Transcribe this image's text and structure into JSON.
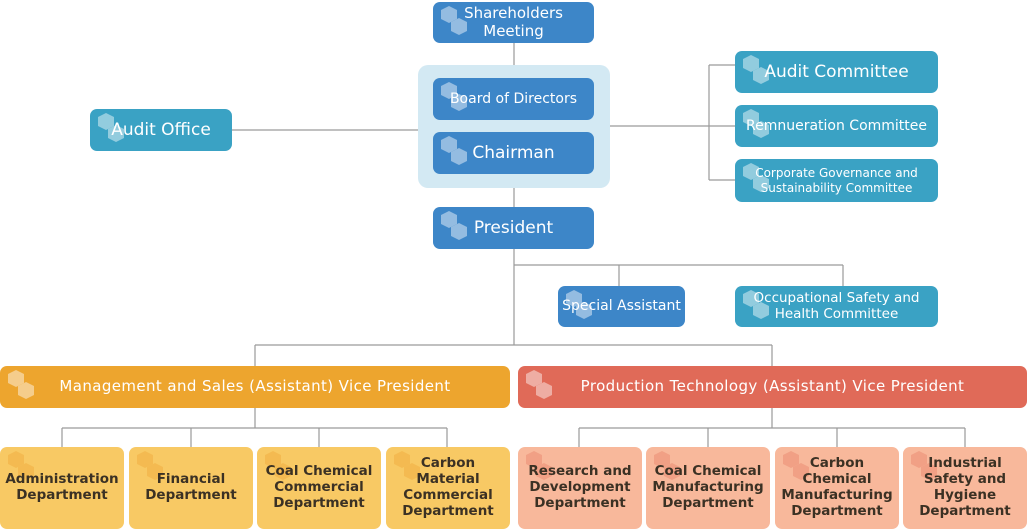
{
  "top": {
    "shareholders": "Shareholders Meeting",
    "board": "Board of Directors",
    "chairman": "Chairman",
    "president": "President"
  },
  "audit_office": "Audit Office",
  "committees": [
    "Audit Committee",
    "Remnueration Committee",
    "Corporate Governance and\nSustainability Committee"
  ],
  "president_staff": [
    "Special Assistant",
    "Occupational Safety and\nHealth Committee"
  ],
  "vice_presidents": [
    "Management and Sales (Assistant) Vice President",
    "Production Technology (Assistant) Vice President"
  ],
  "departments_management": [
    "Administration\nDepartment",
    "Financial\nDepartment",
    "Coal Chemical\nCommercial\nDepartment",
    "Carbon\nMaterial\nCommercial\nDepartment"
  ],
  "departments_production": [
    "Research and\nDevelopment\nDepartment",
    "Coal Chemical\nManufacturing\nDepartment",
    "Carbon\nChemical\nManufacturing\nDepartment",
    "Industrial\nSafety and\nHygiene\nDepartment"
  ],
  "colors": {
    "blue": "#3d86c8",
    "teal": "#3aa2c4",
    "orange": "#eda52e",
    "red": "#e06a58",
    "yellow": "#f8c964",
    "peach": "#f8b89b",
    "line": "#9a9a9a"
  }
}
